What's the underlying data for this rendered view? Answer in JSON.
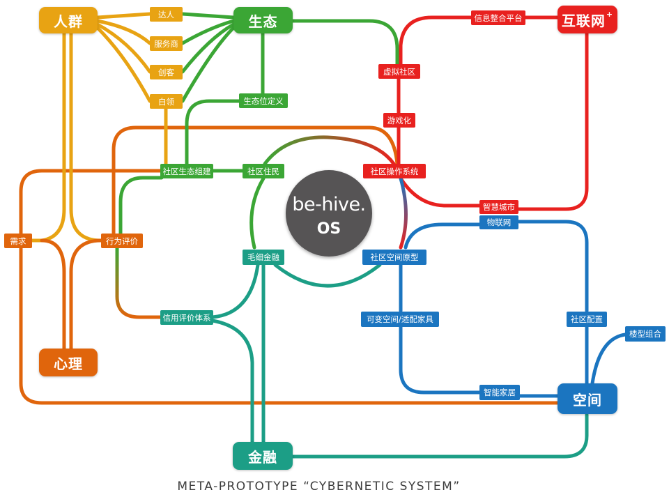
{
  "hubs": {
    "crowd": "人群",
    "ecology": "生态",
    "internet": "互联网",
    "internet_sup": "+",
    "psychology": "心理",
    "space": "空间",
    "finance": "金融"
  },
  "core": {
    "line1": "be-hive.",
    "line2": "OS"
  },
  "tags": {
    "daren": "达人",
    "service": "服务商",
    "maker": "创客",
    "whitecollar": "白领",
    "eco_definition": "生态位定义",
    "info_platform": "信息整合平台",
    "virtual_community": "虚拟社区",
    "gamification": "游戏化",
    "community_os": "社区操作系统",
    "eco_building": "社区生态组建",
    "residents": "社区住民",
    "needs": "需求",
    "behavior_eval": "行为评价",
    "smart_city": "智慧城市",
    "iot": "物联网",
    "micro_finance": "毛细金融",
    "space_prototype": "社区空间原型",
    "variable_space": "可变空间/适配家具",
    "config": "社区配置",
    "building_combo": "楼型组合",
    "credit_system": "信用评价体系",
    "smart_home": "智能家居"
  },
  "caption": "META-PROTOTYPE “CYBERNETIC SYSTEM”",
  "colors": {
    "orange": "#e0650c",
    "amber": "#e8a313",
    "green": "#3ba635",
    "red": "#e8211f",
    "blue": "#1b75c0",
    "teal": "#1c9e86",
    "core": "#565455"
  }
}
